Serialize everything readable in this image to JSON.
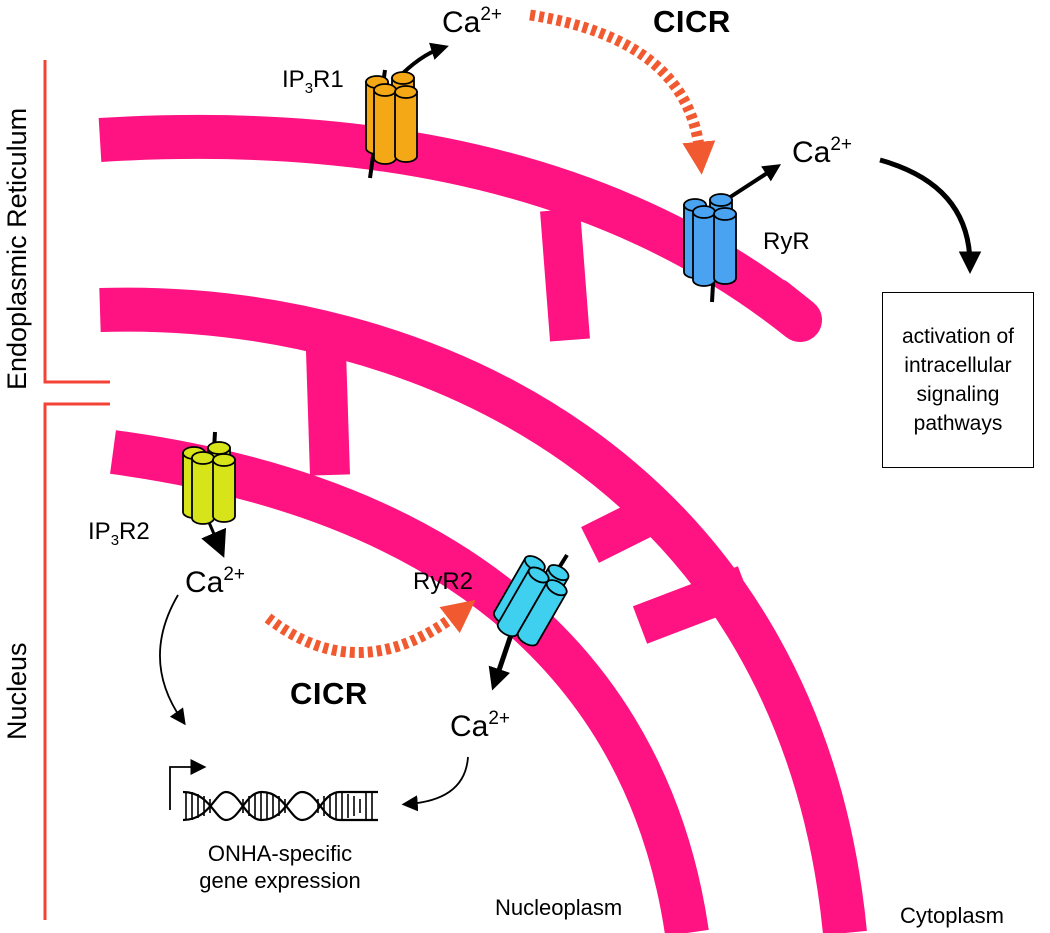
{
  "labels": {
    "endoplasmic_reticulum": "Endoplasmic Reticulum",
    "nucleus": "Nucleus",
    "nucleoplasm": "Nucleoplasm",
    "cytoplasm": "Cytoplasm",
    "ip3r1_prefix": "IP",
    "ip3r1_sub": "3",
    "ip3r1_suffix": "R1",
    "ip3r2_prefix": "IP",
    "ip3r2_sub": "3",
    "ip3r2_suffix": "R2",
    "ryr": "RyR",
    "ryr2": "RyR2",
    "cicr_top": "CICR",
    "cicr_bottom": "CICR",
    "ca_base": "Ca",
    "ca_charge": "2+",
    "activation": "activation of intracellular signaling pathways",
    "gene_expression_line1": "ONHA-specific",
    "gene_expression_line2": "gene expression"
  },
  "colors": {
    "membrane": "#ff1383",
    "bracket": "#f44336",
    "cicr_arrow": "#f15a31",
    "ip3r1": "#f5a815",
    "ryr": "#4aa3f0",
    "ip3r2": "#d8e41a",
    "ryr2": "#3fd0f0"
  }
}
